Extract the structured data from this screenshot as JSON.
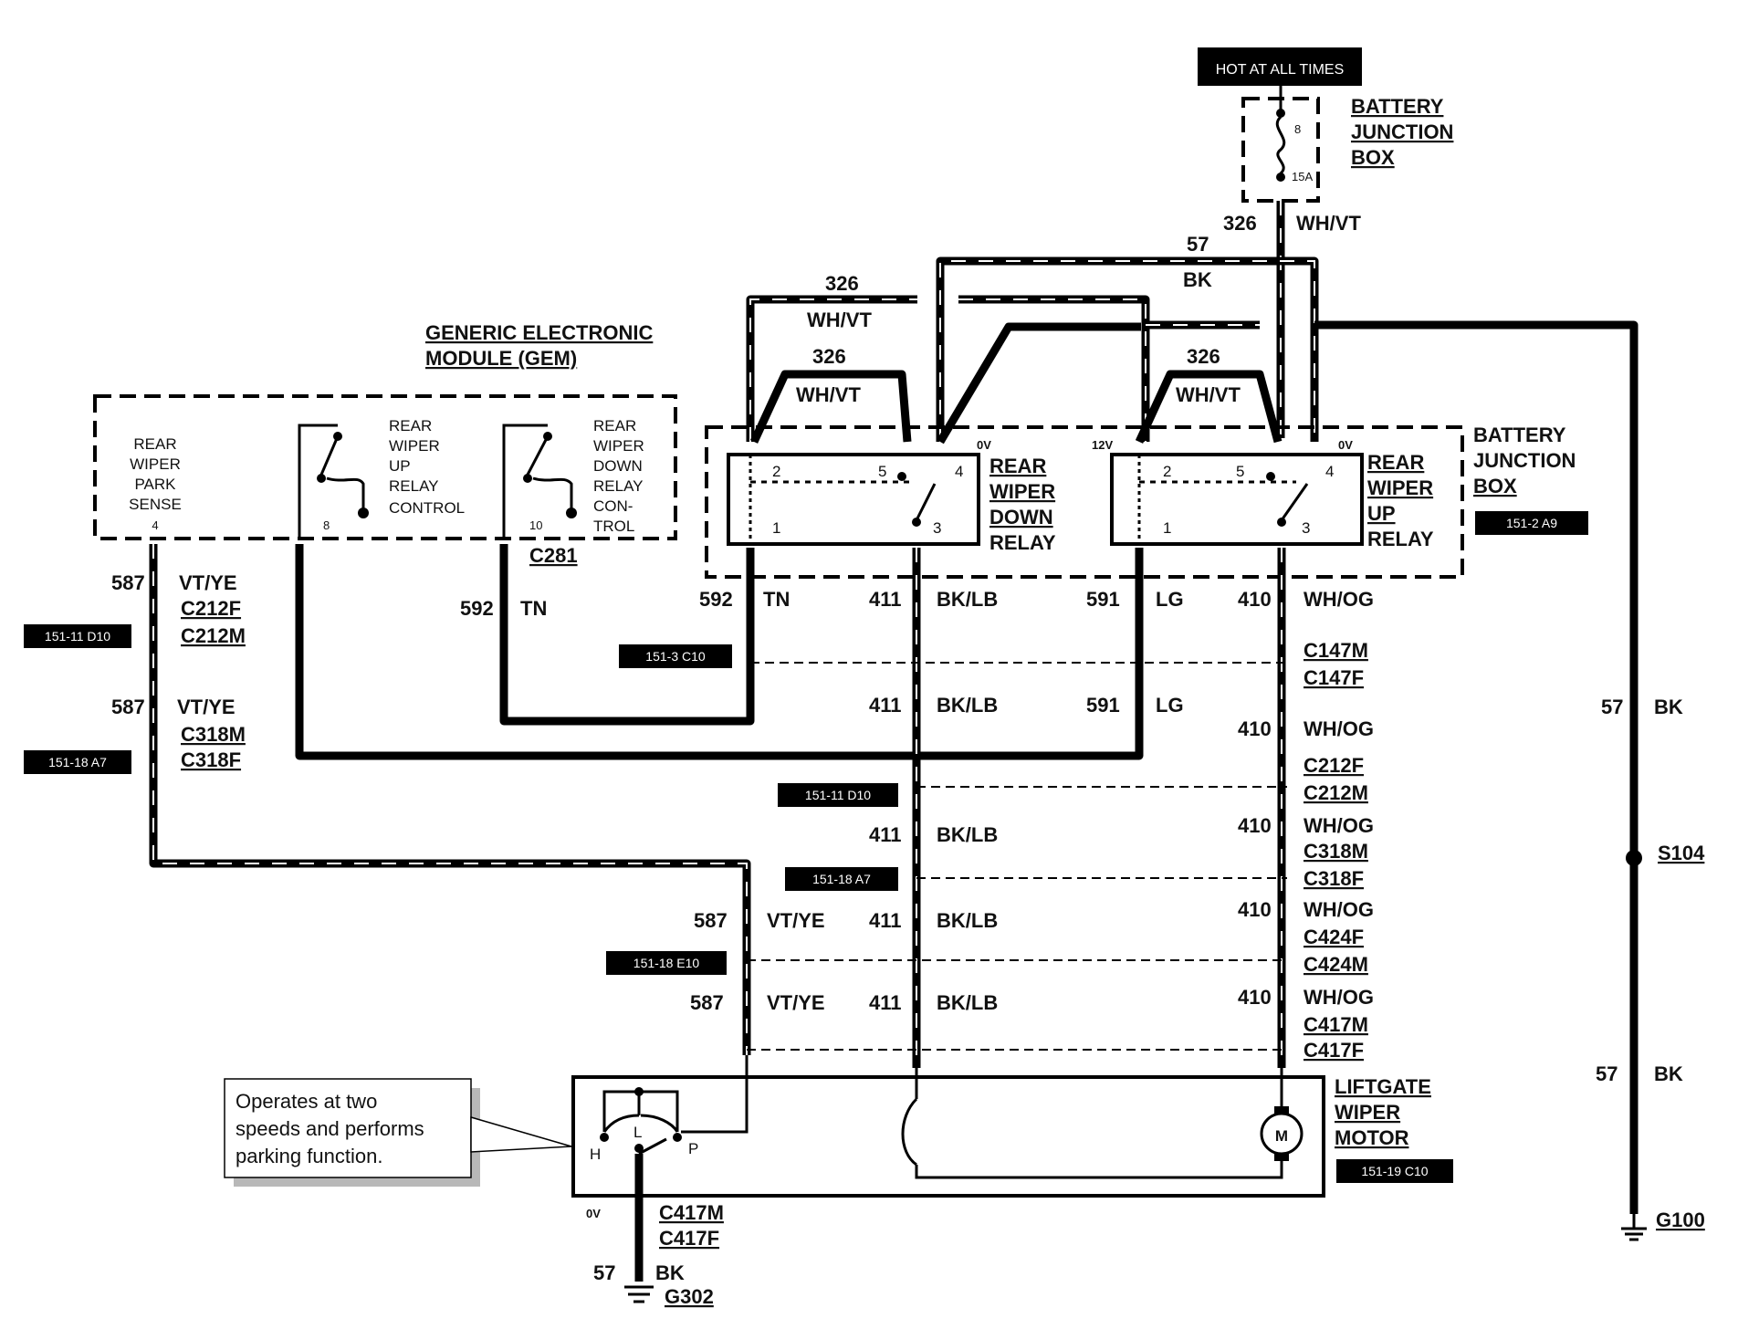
{
  "hot_label": "HOT AT ALL TIMES",
  "battery_box_top": {
    "line1": "BATTERY",
    "line2": "JUNCTION",
    "line3": "BOX",
    "fuse_number": "8",
    "fuse_rating": "15A"
  },
  "battery_box_right": {
    "line1": "BATTERY",
    "line2": "JUNCTION",
    "line3": "BOX",
    "ref": "151-2 A9"
  },
  "gem": {
    "title_line1": "GENERIC ELECTRONIC",
    "title_line2": "MODULE (GEM)",
    "park_sense": [
      "REAR",
      "WIPER",
      "PARK",
      "SENSE"
    ],
    "park_pin": "4",
    "up_control": [
      "REAR",
      "WIPER",
      "UP",
      "RELAY",
      "CONTROL"
    ],
    "up_pin": "8",
    "down_control": [
      "REAR",
      "WIPER",
      "DOWN",
      "RELAY",
      "CON-",
      "TROL"
    ],
    "down_pin": "10",
    "connector": "C281"
  },
  "down_relay": {
    "label": [
      "REAR",
      "WIPER",
      "DOWN",
      "RELAY"
    ],
    "pins": [
      "2",
      "5",
      "4",
      "1",
      "3"
    ],
    "voltage": "0V"
  },
  "up_relay": {
    "label": [
      "REAR",
      "WIPER",
      "UP",
      "RELAY"
    ],
    "pins": [
      "2",
      "5",
      "4",
      "1",
      "3"
    ],
    "voltage_left": "12V",
    "voltage_right": "0V"
  },
  "wires": {
    "w326_top": {
      "num": "326",
      "color": "WH/VT"
    },
    "w57_top": {
      "num": "57",
      "color": "BK"
    },
    "w326_a": {
      "num": "326",
      "color": "WH/VT"
    },
    "w326_b": {
      "num": "326",
      "color": "WH/VT"
    },
    "w326_c": {
      "num": "326",
      "color": "WH/VT"
    },
    "w587_a": {
      "num": "587",
      "color": "VT/YE"
    },
    "w587_b": {
      "num": "587",
      "color": "VT/YE"
    },
    "w587_c": {
      "num": "587",
      "color": "VT/YE"
    },
    "w587_d": {
      "num": "587",
      "color": "VT/YE"
    },
    "w592_a": {
      "num": "592",
      "color": "TN"
    },
    "w592_b": {
      "num": "592",
      "color": "TN"
    },
    "w411_a": {
      "num": "411",
      "color": "BK/LB"
    },
    "w411_b": {
      "num": "411",
      "color": "BK/LB"
    },
    "w411_c": {
      "num": "411",
      "color": "BK/LB"
    },
    "w411_d": {
      "num": "411",
      "color": "BK/LB"
    },
    "w411_e": {
      "num": "411",
      "color": "BK/LB"
    },
    "w591_a": {
      "num": "591",
      "color": "LG"
    },
    "w591_b": {
      "num": "591",
      "color": "LG"
    },
    "w410_a": {
      "num": "410",
      "color": "WH/OG"
    },
    "w410_b": {
      "num": "410",
      "color": "WH/OG"
    },
    "w410_c": {
      "num": "410",
      "color": "WH/OG"
    },
    "w410_d": {
      "num": "410",
      "color": "WH/OG"
    },
    "w410_e": {
      "num": "410",
      "color": "WH/OG"
    },
    "w57_right_a": {
      "num": "57",
      "color": "BK"
    },
    "w57_right_b": {
      "num": "57",
      "color": "BK"
    },
    "w57_bottom": {
      "num": "57",
      "color": "BK"
    }
  },
  "connectors": {
    "c212": [
      "C212F",
      "C212M"
    ],
    "c318": [
      "C318M",
      "C318F"
    ],
    "c147": [
      "C147M",
      "C147F"
    ],
    "c212r": [
      "C212F",
      "C212M"
    ],
    "c318r": [
      "C318M",
      "C318F"
    ],
    "c424": [
      "C424F",
      "C424M"
    ],
    "c417": [
      "C417M",
      "C417F"
    ],
    "c417b": [
      "C417M",
      "C417F"
    ]
  },
  "tags": {
    "t1": "151-11 D10",
    "t2": "151-18 A7",
    "t3": "151-3 C10",
    "t4": "151-11 D10",
    "t5": "151-18 A7",
    "t6": "151-18 E10",
    "t7": "151-19 C10"
  },
  "splice": "S104",
  "grounds": {
    "right": "G100",
    "bottom": "G302"
  },
  "motor": {
    "label": [
      "LIFTGATE",
      "WIPER",
      "MOTOR"
    ],
    "switch": [
      "H",
      "L",
      "P"
    ],
    "motor_letter": "M",
    "ground_voltage": "0V"
  },
  "callout": [
    "Operates at two",
    "speeds and performs",
    "parking function."
  ]
}
